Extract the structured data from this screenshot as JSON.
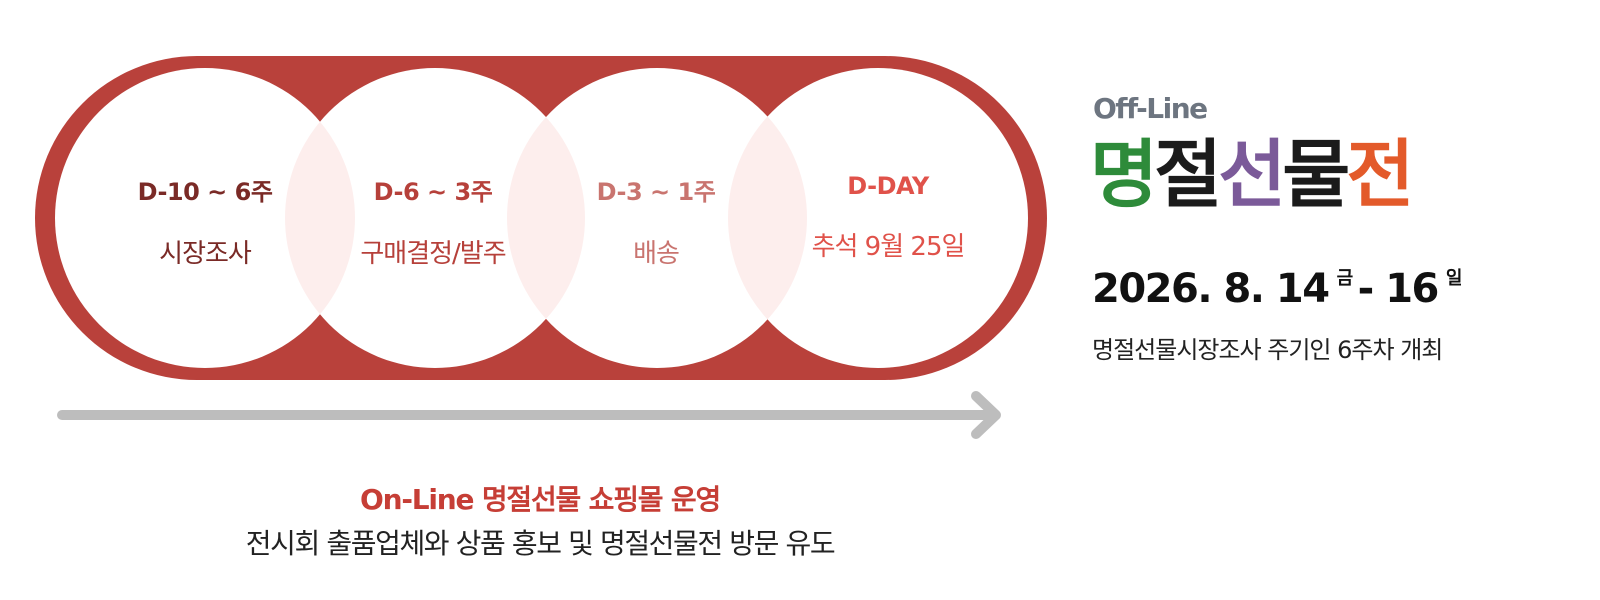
{
  "stages": [
    {
      "code": "D-10 ~ 6주",
      "desc": "시장조사",
      "color": "#7a2a26"
    },
    {
      "code": "D-6 ~ 3주",
      "desc": "구매결정/발주",
      "color": "#b6403a"
    },
    {
      "code": "D-3 ~ 1주",
      "desc": "배송",
      "color": "#c9746f"
    },
    {
      "code": "D-DAY",
      "desc": "추석 9월 25일",
      "color": "#e0524a"
    }
  ],
  "online": {
    "prefix": "On-Line",
    "title": "명절선물 쇼핑몰 운영",
    "description": "전시회 출품업체와 상품 홍보 및 명절선물전 방문 유도"
  },
  "offline": {
    "label": "Off-Line",
    "logo_chars": [
      {
        "char": "명",
        "color": "#2e8b3a"
      },
      {
        "char": "절",
        "color": "#1b1b1b"
      },
      {
        "char": "선",
        "color": "#7b5a99"
      },
      {
        "char": "물",
        "color": "#1b1b1b"
      },
      {
        "char": "전",
        "color": "#e35a2a"
      }
    ],
    "date_start": "2026. 8. 14",
    "start_day": "금",
    "dash": "-",
    "date_end": "16",
    "end_day": "일",
    "subtitle": "명절선물시장조사 주기인 6주차 개최"
  },
  "colors": {
    "band": "#b9413b",
    "overlap": "#fdeeed",
    "arrow": "#bdbdbd"
  }
}
